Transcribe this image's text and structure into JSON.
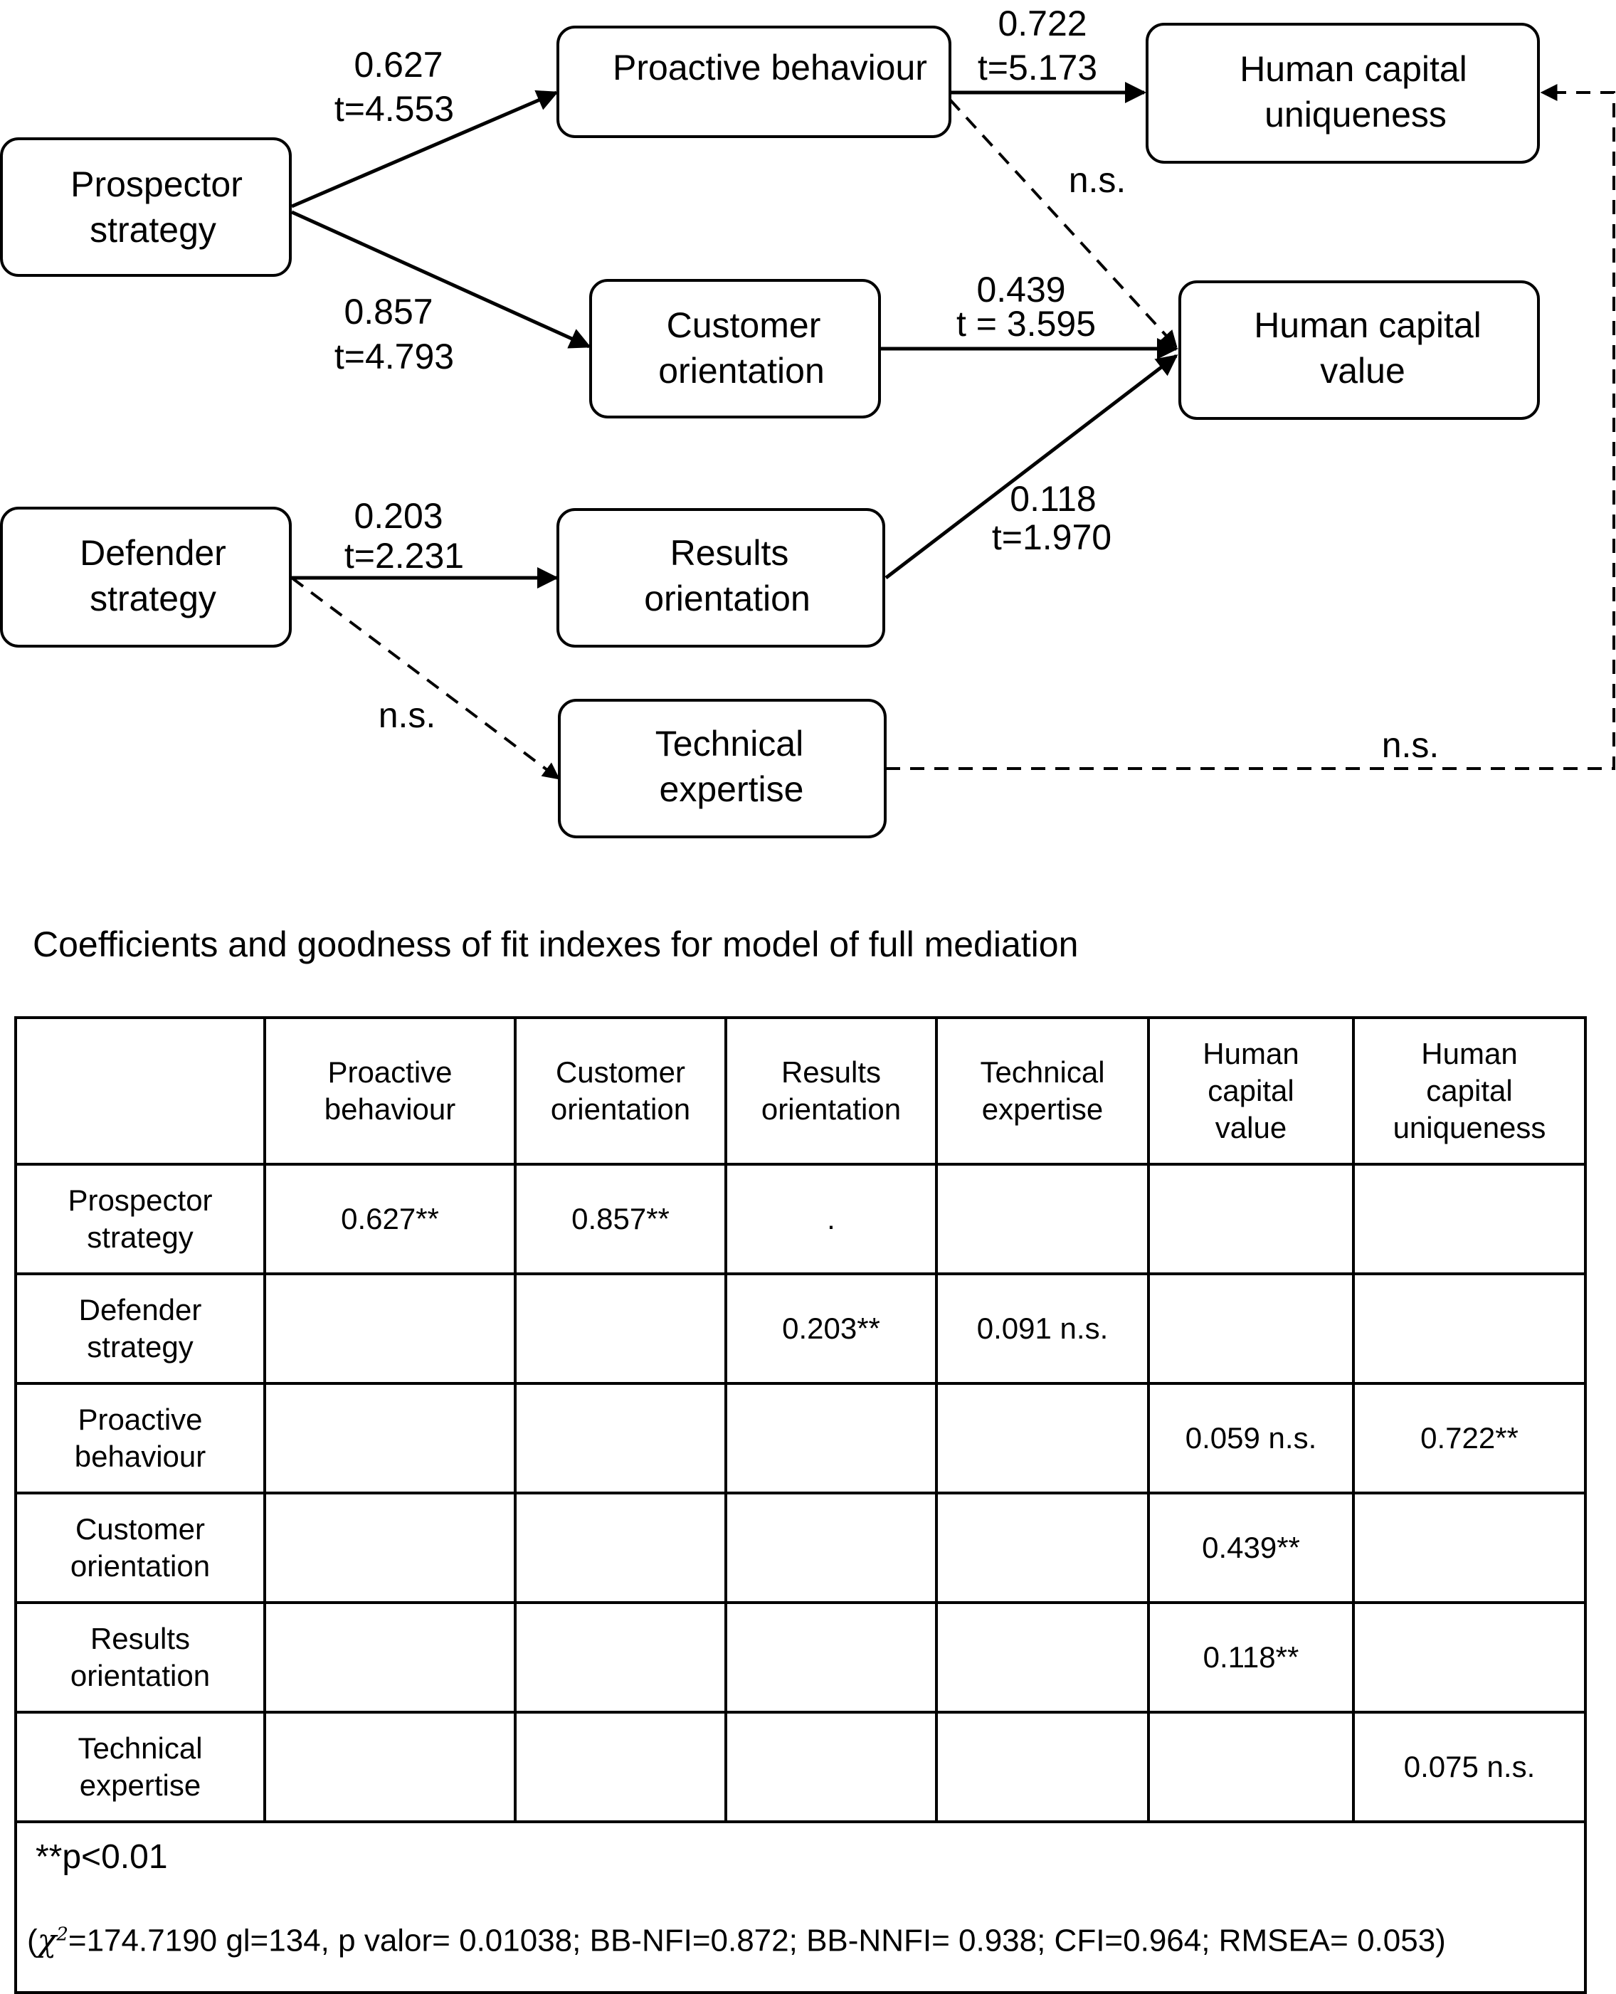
{
  "diagram": {
    "nodes": {
      "prospector": {
        "lines": [
          "Prospector",
          "strategy"
        ]
      },
      "defender": {
        "lines": [
          "Defender",
          "strategy"
        ]
      },
      "proactive": {
        "lines": [
          "Proactive behaviour"
        ]
      },
      "customer": {
        "lines": [
          "Customer",
          "orientation"
        ]
      },
      "results": {
        "lines": [
          "Results",
          "orientation"
        ]
      },
      "technical": {
        "lines": [
          "Technical",
          "expertise"
        ]
      },
      "hc_uniqueness": {
        "lines": [
          "Human capital",
          "uniqueness"
        ]
      },
      "hc_value": {
        "lines": [
          "Human capital",
          "value"
        ]
      }
    },
    "edges": [
      {
        "from": "Prospector strategy",
        "to": "Proactive behaviour",
        "style": "solid",
        "coef": "0.627",
        "t": "t=4.553"
      },
      {
        "from": "Prospector strategy",
        "to": "Customer orientation",
        "style": "solid",
        "coef": "0.857",
        "t": "t=4.793"
      },
      {
        "from": "Defender strategy",
        "to": "Results orientation",
        "style": "solid",
        "coef": "0.203",
        "t": "t=2.231"
      },
      {
        "from": "Defender strategy",
        "to": "Technical expertise",
        "style": "dashed",
        "coef": "n.s."
      },
      {
        "from": "Proactive behaviour",
        "to": "Human capital uniqueness",
        "style": "solid",
        "coef": "0.722",
        "t": "t=5.173"
      },
      {
        "from": "Proactive behaviour",
        "to": "Human capital value",
        "style": "dashed",
        "coef": "n.s."
      },
      {
        "from": "Customer orientation",
        "to": "Human capital value",
        "style": "solid",
        "coef": "0.439",
        "t": "t = 3.595"
      },
      {
        "from": "Results orientation",
        "to": "Human capital value",
        "style": "solid",
        "coef": "0.118",
        "t": "t=1.970"
      },
      {
        "from": "Technical expertise",
        "to": "Human capital uniqueness",
        "style": "dashed",
        "coef": "n.s."
      }
    ]
  },
  "table": {
    "caption": "Coefficients and goodness of fit indexes for model of full mediation",
    "columns": [
      "",
      "Proactive\nbehaviour",
      "Customer\norientation",
      "Results\norientation",
      "Technical\nexpertise",
      "Human\ncapital\nvalue",
      "Human\ncapital\nuniqueness"
    ],
    "rows": [
      {
        "label": "Prospector\nstrategy",
        "cells": [
          "0.627**",
          "0.857**",
          ".",
          "",
          "",
          ""
        ]
      },
      {
        "label": "Defender\nstrategy",
        "cells": [
          "",
          "",
          "0.203**",
          "0.091 n.s.",
          "",
          ""
        ]
      },
      {
        "label": "Proactive\nbehaviour",
        "cells": [
          "",
          "",
          "",
          "",
          "0.059 n.s.",
          "0.722**"
        ]
      },
      {
        "label": "Customer\norientation",
        "cells": [
          "",
          "",
          "",
          "",
          "0.439**",
          ""
        ]
      },
      {
        "label": "Results\norientation",
        "cells": [
          "",
          "",
          "",
          "",
          "0.118**",
          ""
        ]
      },
      {
        "label": "Technical\nexpertise",
        "cells": [
          "",
          "",
          "",
          "",
          "",
          "0.075 n.s."
        ]
      }
    ],
    "footnote_significance": "**p<0.01",
    "fit_open": "(",
    "fit_symbol": "χ",
    "fit_symbol_sup": "2",
    "fit_indexes": "=174.7190 gl=134, p valor= 0.01038; BB-NFI=0.872; BB-NNFI= 0.938; CFI=0.964; RMSEA= 0.053)"
  }
}
